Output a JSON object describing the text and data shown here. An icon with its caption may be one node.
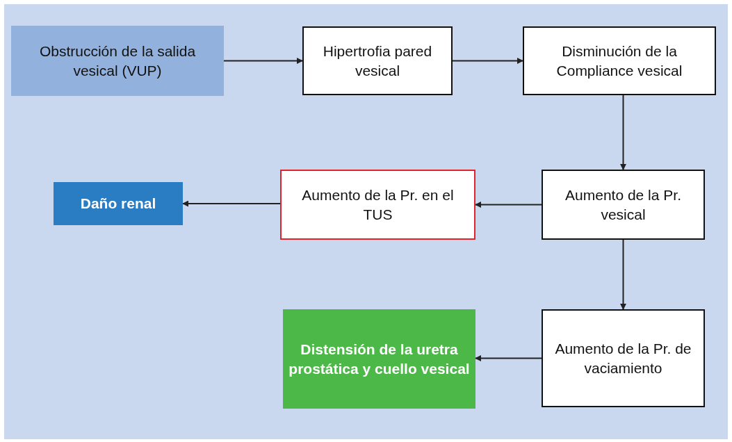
{
  "diagram": {
    "nodes": [
      {
        "text": [
          "Obstrucción de la salida vesical (VUP)"
        ]
      },
      {
        "text": [
          "Hipertrofia pared vesical"
        ]
      },
      {
        "text": [
          "Disminución de la Compliance vesical"
        ]
      },
      {
        "text": [
          "Daño renal"
        ]
      },
      {
        "text": [
          "Aumento de la Pr. en el TUS"
        ]
      },
      {
        "text": [
          "Aumento de la Pr. vesical"
        ]
      },
      {
        "text": [
          "Distensión de la uretra prostática y cuello vesical"
        ]
      },
      {
        "text": [
          "Aumento de la Pr. de vaciamiento"
        ]
      }
    ],
    "edges": [
      {
        "from": 0,
        "to": 1,
        "arrow": "to"
      },
      {
        "from": 1,
        "to": 2,
        "arrow": "to"
      },
      {
        "from": 2,
        "to": 5,
        "arrow": "to"
      },
      {
        "from": 5,
        "to": 4,
        "arrow": "to"
      },
      {
        "from": 4,
        "to": 3,
        "arrow": "to"
      },
      {
        "from": 5,
        "to": 7,
        "arrow": "to"
      },
      {
        "from": 7,
        "to": 6,
        "arrow": "to"
      }
    ]
  }
}
